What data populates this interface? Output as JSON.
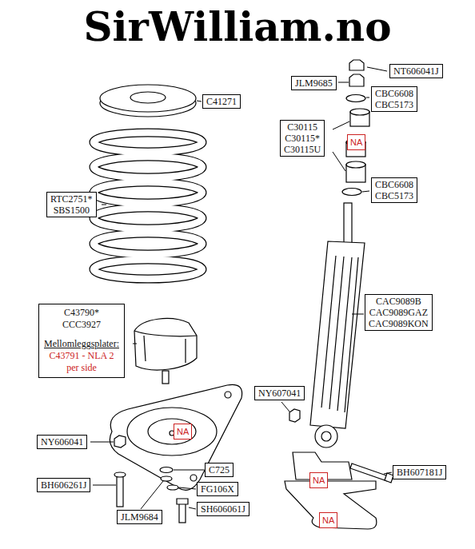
{
  "diagram": {
    "title": "SirWilliam.no",
    "nodes": [
      {
        "text": [
          "NT606041J"
        ]
      },
      {
        "text": [
          "JLM9685"
        ]
      },
      {
        "text": [
          "CBC6608 CBC5173"
        ]
      },
      {
        "text": [
          "C41271"
        ]
      },
      {
        "text": [
          "C30115 C30115* C30115U"
        ]
      },
      {
        "text": [
          "NA"
        ]
      },
      {
        "text": [
          "CBC6608 CBC5173"
        ]
      },
      {
        "text": [
          "RTC2751* SBS1500"
        ]
      },
      {
        "text": [
          "CAC9089B CAC9089GAZ CAC9089KON"
        ]
      },
      {
        "text": [
          "C43790* CCC3927",
          "Mellomleggsplater:",
          "C43791 - NLA 2 per side"
        ]
      },
      {
        "text": [
          "NY607041"
        ]
      },
      {
        "text": [
          "NA"
        ]
      },
      {
        "text": [
          "NY606041"
        ]
      },
      {
        "text": [
          "C725"
        ]
      },
      {
        "text": [
          "BH607181J"
        ]
      },
      {
        "text": [
          "NA"
        ]
      },
      {
        "text": [
          "BH606261J"
        ]
      },
      {
        "text": [
          "FG106X"
        ]
      },
      {
        "text": [
          "JLM9684"
        ]
      },
      {
        "text": [
          "SH606061J"
        ]
      },
      {
        "text": [
          "NA"
        ]
      }
    ]
  }
}
